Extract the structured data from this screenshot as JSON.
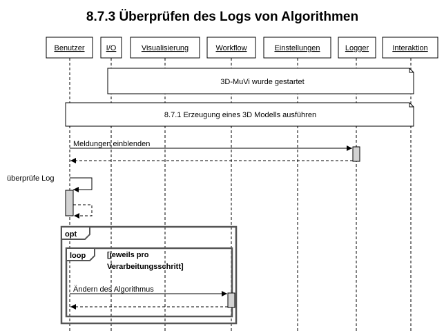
{
  "title": "8.7.3 Überprüfen des Logs von Algorithmen",
  "lifelines": [
    "Benutzer",
    "I/O",
    "Visualisierung",
    "Workflow",
    "Einstellungen",
    "Logger",
    "Interaktion"
  ],
  "notes": {
    "started": "3D-MuVi wurde gestartet",
    "ref": "8.7.1 Erzeugung eines 3D Modells ausführen"
  },
  "messages": {
    "show_messages": "Meldungen einblenden",
    "check_log": "überprüfe Log",
    "change_algorithm": "Ändern des Algorithmus"
  },
  "fragments": {
    "opt": "opt",
    "loop": "loop",
    "guard_line1": "[jeweils pro",
    "guard_line2": "Verarbeitungsschritt]"
  }
}
